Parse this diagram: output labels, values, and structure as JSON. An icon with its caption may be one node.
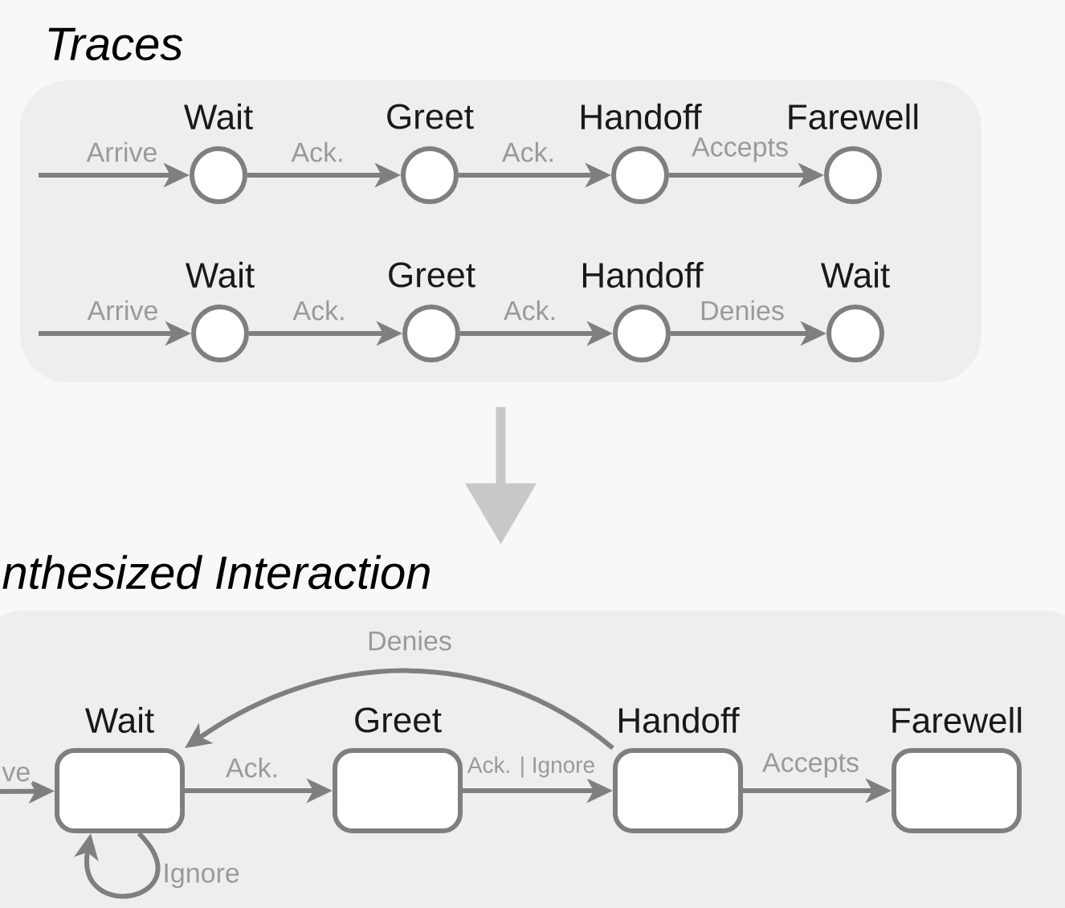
{
  "diagram": {
    "nodes": [
      {
        "text": [
          "Traces"
        ]
      },
      {
        "text": [
          "Wait"
        ],
        "in": 0
      },
      {
        "text": [
          "Greet"
        ],
        "in": 0
      },
      {
        "text": [
          "Handoff"
        ],
        "in": 0
      },
      {
        "text": [
          "Farewell"
        ],
        "in": 0
      },
      {
        "text": [
          "Wait"
        ],
        "in": 0
      },
      {
        "text": [
          "Greet"
        ],
        "in": 0
      },
      {
        "text": [
          "Handoff"
        ],
        "in": 0
      },
      {
        "text": [
          "Wait"
        ],
        "in": 0
      },
      {
        "text": [
          "nthesized Interaction"
        ]
      },
      {
        "text": [
          "Wait"
        ],
        "in": 9
      },
      {
        "text": [
          "Greet"
        ],
        "in": 9
      },
      {
        "text": [
          "Handoff"
        ],
        "in": 9
      },
      {
        "text": [
          "Farewell"
        ],
        "in": 9
      }
    ],
    "edges": [
      {
        "from": null,
        "to": 1,
        "arrow": "to",
        "label": "Arrive"
      },
      {
        "from": 1,
        "to": 2,
        "arrow": "to",
        "label": "Ack."
      },
      {
        "from": 2,
        "to": 3,
        "arrow": "to",
        "label": "Ack."
      },
      {
        "from": 3,
        "to": 4,
        "arrow": "to",
        "label": "Accepts"
      },
      {
        "from": null,
        "to": 5,
        "arrow": "to",
        "label": "Arrive"
      },
      {
        "from": 5,
        "to": 6,
        "arrow": "to",
        "label": "Ack."
      },
      {
        "from": 6,
        "to": 7,
        "arrow": "to",
        "label": "Ack."
      },
      {
        "from": 7,
        "to": 8,
        "arrow": "to",
        "label": "Denies"
      },
      {
        "from": 0,
        "to": 9,
        "arrow": "to",
        "style": "thick",
        "color": "#c8c8c8"
      },
      {
        "from": null,
        "to": 10,
        "arrow": "to",
        "label": "ve"
      },
      {
        "from": 10,
        "to": 11,
        "arrow": "to",
        "label": "Ack."
      },
      {
        "from": 11,
        "to": 12,
        "arrow": "to",
        "label": "Ack. | Ignore"
      },
      {
        "from": 12,
        "to": 13,
        "arrow": "to",
        "label": "Accepts"
      },
      {
        "from": 12,
        "to": 10,
        "arrow": "to",
        "label": "Denies"
      },
      {
        "from": 10,
        "to": 10,
        "arrow": "to",
        "label": "Ignore"
      }
    ]
  }
}
